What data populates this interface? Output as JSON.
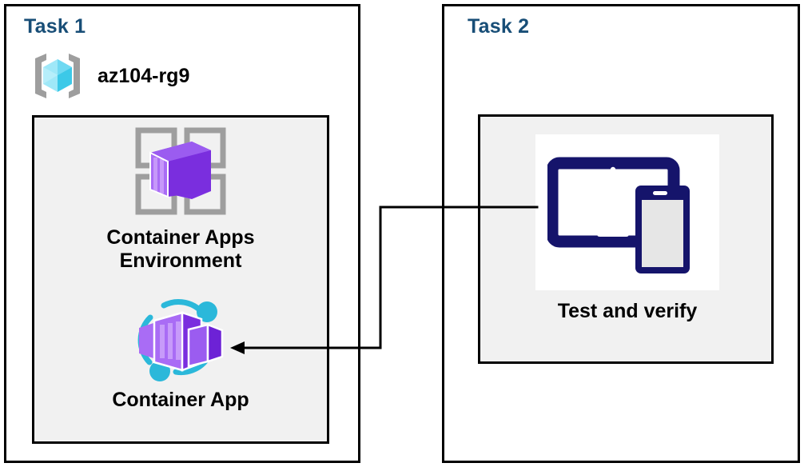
{
  "diagram": {
    "title_color": "#184E77",
    "panel_border_color": "#000000",
    "group_fill": "#f1f1f1",
    "connector_color": "#000000"
  },
  "task1": {
    "title": "Task 1",
    "resource_group": {
      "icon": "resource-group-icon",
      "name": "az104-rg9"
    },
    "nodes": [
      {
        "id": "container-apps-environment",
        "icon": "container-apps-environment-icon",
        "label": "Container Apps\nEnvironment",
        "accent": "#7B3FE4"
      },
      {
        "id": "container-app",
        "icon": "container-app-icon",
        "label": "Container App",
        "accent": "#8A4FE8",
        "ring_color": "#2BB8DA"
      }
    ]
  },
  "task2": {
    "title": "Task 2",
    "nodes": [
      {
        "id": "test-and-verify",
        "icon": "devices-icon",
        "label": "Test and verify",
        "accent": "#15146B"
      }
    ]
  },
  "connector": {
    "from": "test-and-verify",
    "to": "container-app",
    "arrow_direction": "left",
    "style": "orthogonal"
  }
}
